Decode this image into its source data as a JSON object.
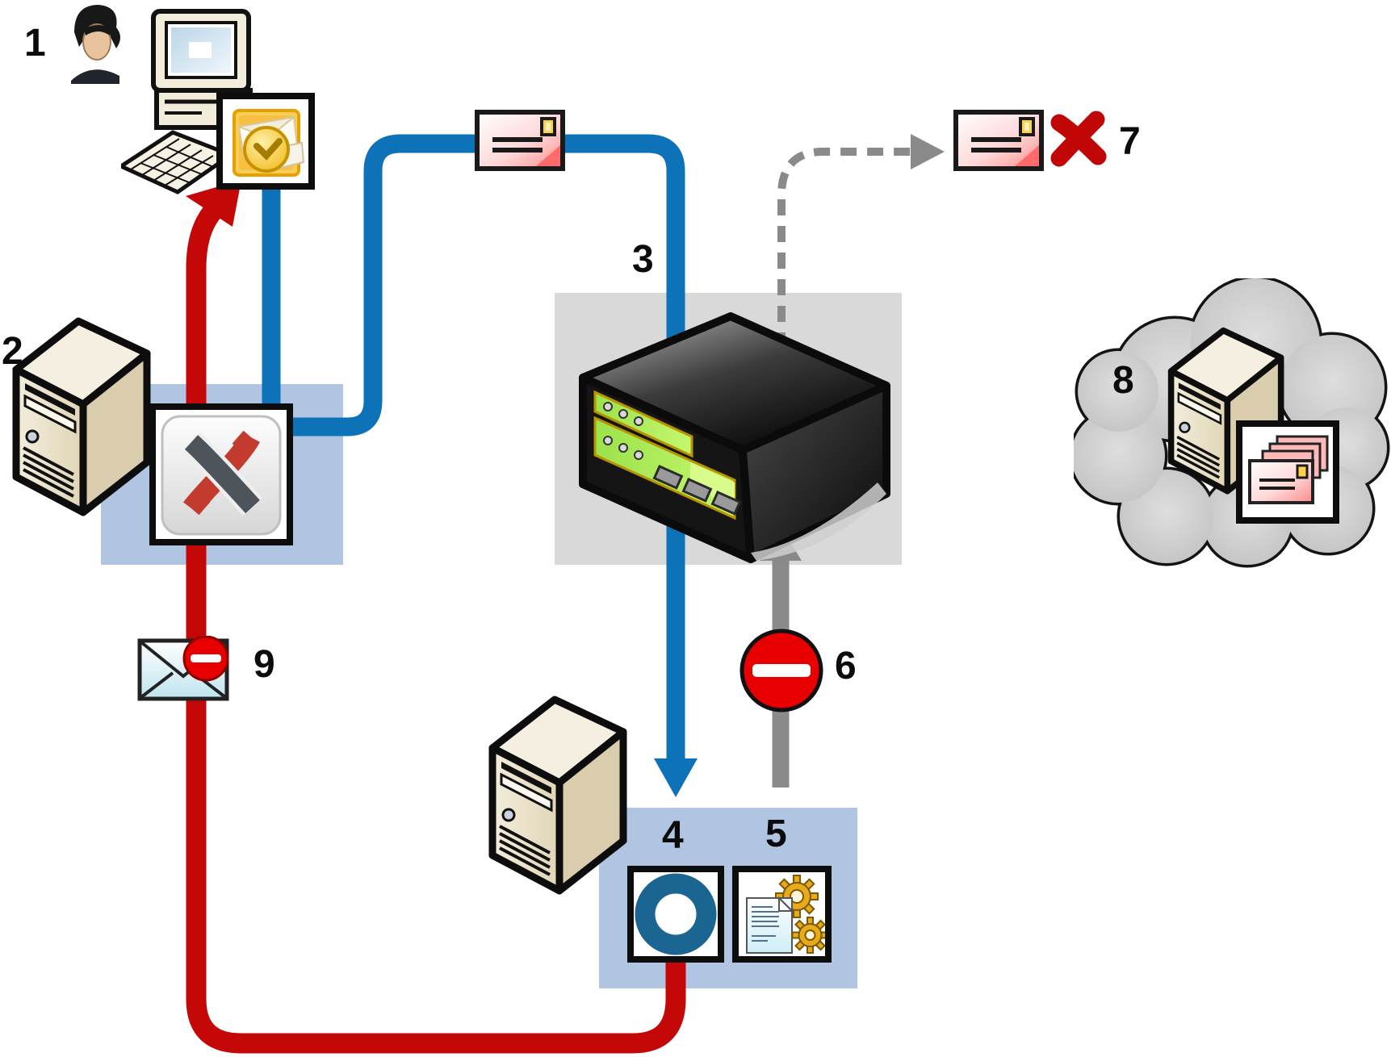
{
  "diagram": {
    "kind": "email-flow-diagram",
    "steps": {
      "s1": {
        "label": "1",
        "icons": [
          "user-icon",
          "desktop-computer-icon",
          "outlook-icon"
        ]
      },
      "s2": {
        "label": "2",
        "icons": [
          "server-tower-icon",
          "exchange-icon"
        ]
      },
      "s3": {
        "label": "3",
        "icons": [
          "network-appliance-icon"
        ]
      },
      "s4": {
        "label": "4",
        "icons": [
          "server-tower-icon",
          "ring-icon"
        ]
      },
      "s5": {
        "label": "5",
        "icons": [
          "document-gears-icon"
        ]
      },
      "s6": {
        "label": "6",
        "icons": [
          "no-entry-icon"
        ]
      },
      "s7": {
        "label": "7",
        "icons": [
          "envelope-icon",
          "red-x-icon"
        ]
      },
      "s8": {
        "label": "8",
        "icons": [
          "cloud-icon",
          "server-tower-icon",
          "envelope-stack-icon"
        ]
      },
      "s9": {
        "label": "9",
        "icons": [
          "envelope-blocked-icon"
        ]
      }
    },
    "flows": {
      "outbound_color": "#0E72B8",
      "return_color": "#C40808",
      "blocked_color": "#8A8A8A",
      "rejected_dashed_color": "#8A8A8A"
    },
    "colors": {
      "zone_blue": "#AFC5E1",
      "zone_gray": "#D9D9D9",
      "no_entry_red": "#E80000",
      "cloud_gray": "#C6C6C6",
      "appliance_green": "#8CE84C",
      "server_beige": "#EFE7D0",
      "envelope_pink": "#FF8A8A",
      "stamp_yellow": "#FFD24A",
      "outlook_gold": "#F0B818",
      "exchange_red": "#C23B2E",
      "exchange_gray": "#4E545C",
      "ring_blue": "#1B6593",
      "x_red": "#C00606"
    }
  }
}
